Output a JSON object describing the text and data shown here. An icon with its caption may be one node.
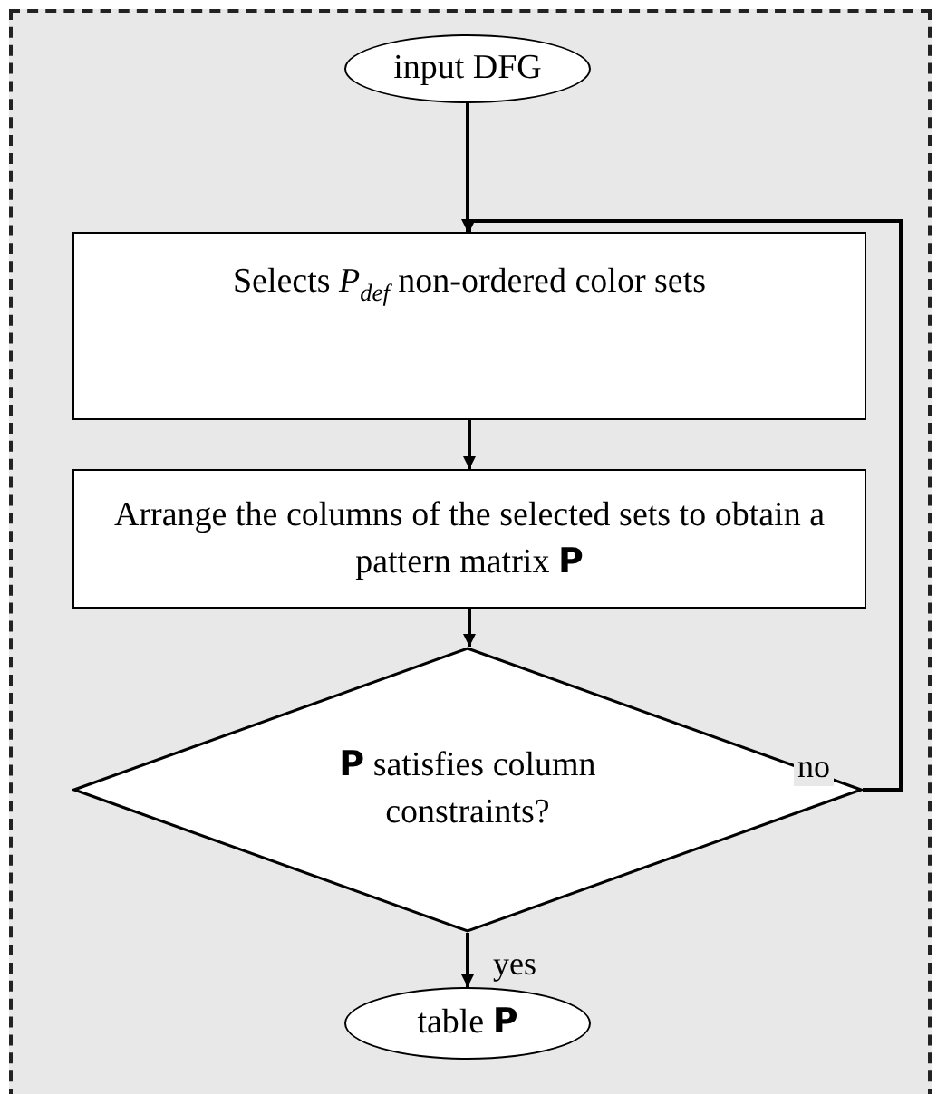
{
  "diagram": {
    "nodes": [
      {
        "text": [
          "input DFG"
        ]
      },
      {
        "text": [
          "Selects *P*$_{def}$  non-ordered color sets"
        ]
      },
      {
        "text": [
          "Arrange the columns of the selected sets to obtain a pattern matrix **P**"
        ]
      },
      {
        "text": [
          "**P** satisfies column constraints?"
        ]
      },
      {
        "text": [
          "table **P**"
        ]
      }
    ],
    "edges": [
      {
        "from": 0,
        "to": 1,
        "arrow": "to"
      },
      {
        "from": 1,
        "to": 2,
        "arrow": "to"
      },
      {
        "from": 2,
        "to": 3,
        "arrow": "to"
      },
      {
        "from": 3,
        "to": 1,
        "arrow": "to",
        "label": "no"
      },
      {
        "from": 3,
        "to": 4,
        "arrow": "to",
        "label": "yes"
      }
    ]
  }
}
